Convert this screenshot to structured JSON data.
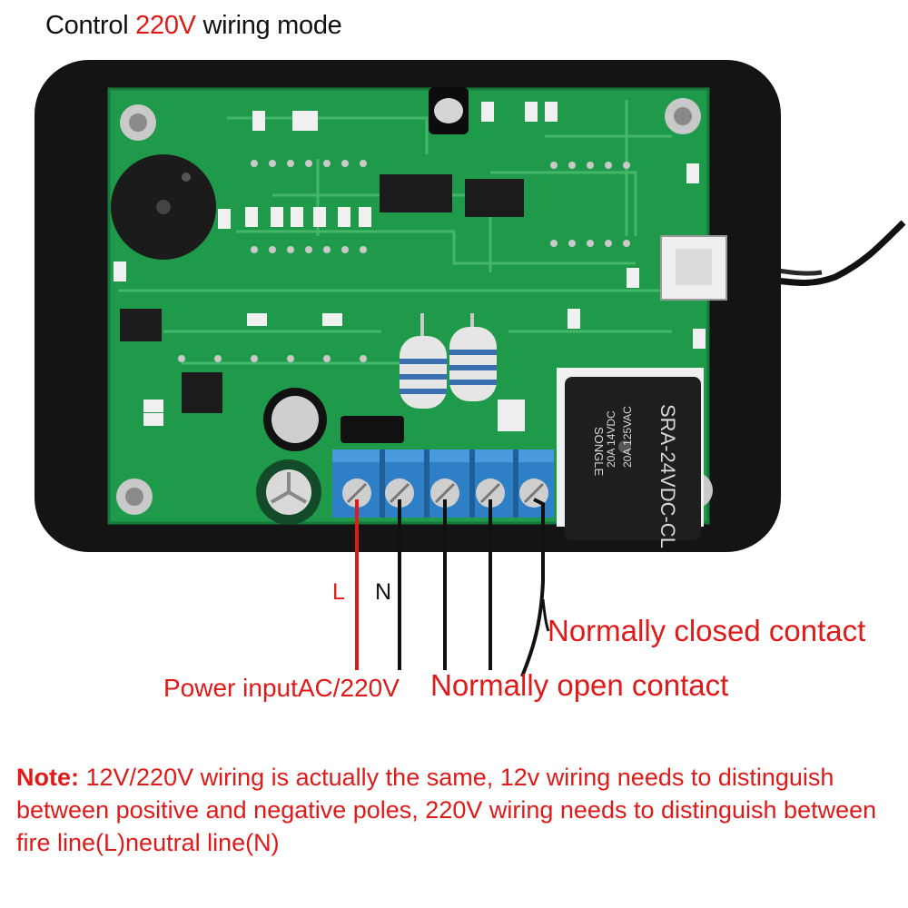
{
  "title": {
    "prefix": "Control ",
    "accent": "220V",
    "suffix": " wiring mode"
  },
  "terminal_labels": {
    "l": "L",
    "n": "N"
  },
  "contacts": {
    "normally_closed": "Normally closed contact",
    "normally_open": "Normally open contact",
    "power_input": "Power inputAC/220V"
  },
  "relay": {
    "brand": "SONGLE",
    "model": "SRA-24VDC-CL",
    "rating1": "20A 14VDC",
    "rating2": "20A 125VAC"
  },
  "note": {
    "heading": "Note:",
    "body": " 12V/220V wiring is actually the same, 12v wiring needs to distinguish between positive and negative poles, 220V wiring needs to distinguish between fire line(L)neutral line(N)"
  },
  "colors": {
    "accent": "#e01919",
    "pcb": "#1f9a4a",
    "case": "#141414",
    "terminal": "#2f7fc6",
    "relay": "#1e1e1e"
  }
}
